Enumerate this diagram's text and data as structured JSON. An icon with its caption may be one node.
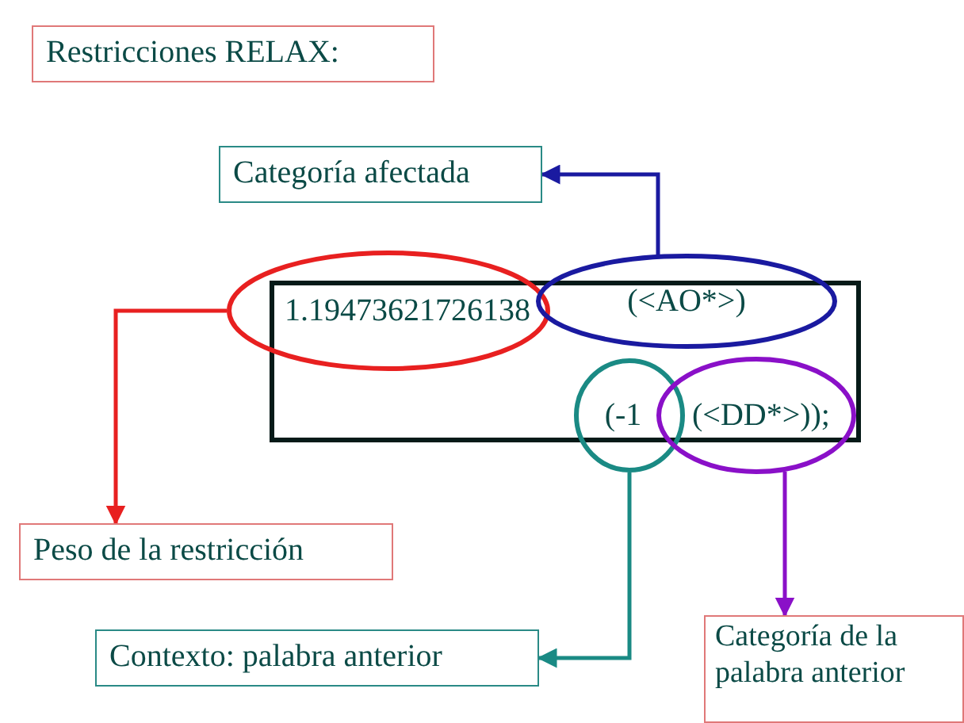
{
  "diagram": {
    "nodes": [
      {
        "text": [
          "Restricciones RELAX:"
        ]
      },
      {
        "text": [
          "Categoría afectada"
        ]
      },
      {
        "text": [],
        "shape": "box"
      },
      {
        "text": [
          "1.19473621726138"
        ]
      },
      {
        "text": [
          "(<AO*>)"
        ]
      },
      {
        "text": [
          "(-1"
        ]
      },
      {
        "text": [
          "(<DD*>));"
        ]
      },
      {
        "text": [
          "Peso de la restricción"
        ]
      },
      {
        "text": [
          "Contexto: palabra anterior"
        ]
      },
      {
        "text": [
          "Categoría de la palabra anterior"
        ]
      }
    ],
    "edges": [
      {
        "from": 4,
        "to": 1,
        "arrow": "to",
        "color": "#1a1aa0"
      },
      {
        "from": 3,
        "to": 7,
        "arrow": "to",
        "color": "#e82020"
      },
      {
        "from": 5,
        "to": 8,
        "arrow": "to",
        "color": "#1a8a84"
      },
      {
        "from": 6,
        "to": 9,
        "arrow": "to",
        "color": "#8a10c8"
      }
    ]
  }
}
